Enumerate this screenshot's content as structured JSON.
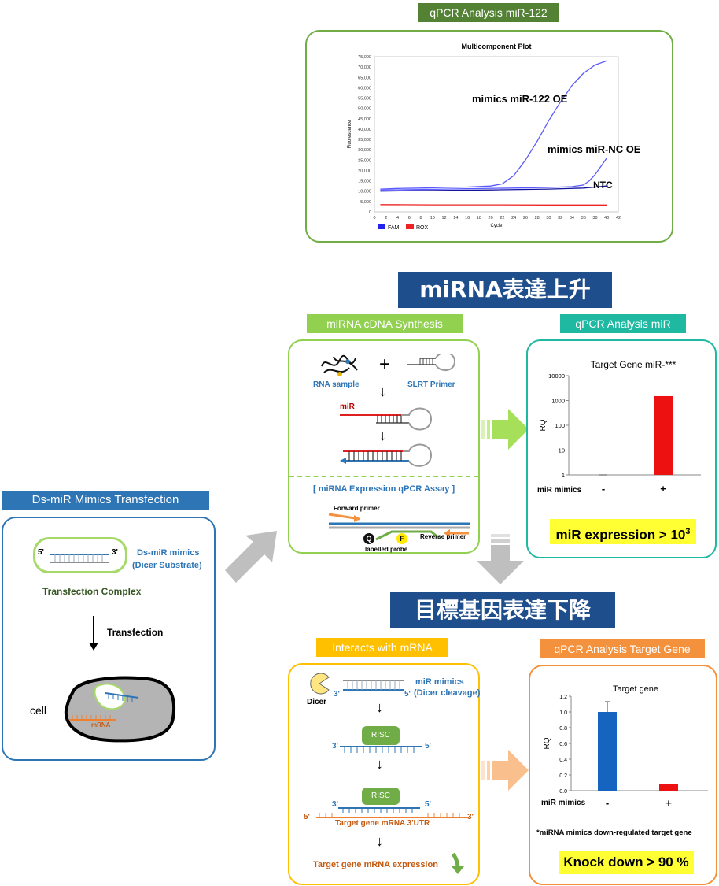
{
  "qpcr122": {
    "tab": "qPCR Analysis miR-122",
    "chart_data": {
      "type": "line",
      "title": "Multicomponent Plot",
      "xlabel": "Cycle",
      "ylabel": "Fluorescence",
      "xlim": [
        0,
        42
      ],
      "ylim": [
        0,
        75000
      ],
      "xticks": [
        "0",
        "2",
        "4",
        "6",
        "8",
        "10",
        "12",
        "14",
        "16",
        "18",
        "20",
        "22",
        "24",
        "26",
        "28",
        "30",
        "32",
        "34",
        "36",
        "38",
        "40",
        "42"
      ],
      "yticks": [
        "0",
        "5,000",
        "10,000",
        "15,000",
        "20,000",
        "25,000",
        "30,000",
        "35,000",
        "40,000",
        "45,000",
        "50,000",
        "55,000",
        "60,000",
        "65,000",
        "70,000",
        "75,000"
      ],
      "legend": [
        {
          "name": "FAM",
          "color": "#2222ee"
        },
        {
          "name": "ROX",
          "color": "#ee2222"
        }
      ],
      "series": [
        {
          "name": "mimics miR-122 OE",
          "color": "#5a5aff",
          "x": [
            1,
            4,
            8,
            12,
            16,
            20,
            22,
            24,
            26,
            28,
            30,
            32,
            34,
            36,
            38,
            40
          ],
          "y": [
            11000,
            11300,
            11500,
            11800,
            12000,
            12500,
            13500,
            17500,
            25000,
            34000,
            44000,
            53000,
            61000,
            67000,
            71000,
            73000
          ]
        },
        {
          "name": "mimics miR-NC OE",
          "color": "#5a5aff",
          "x": [
            1,
            8,
            16,
            24,
            30,
            34,
            36,
            37,
            38,
            39,
            40
          ],
          "y": [
            10500,
            10800,
            11200,
            11500,
            11800,
            12200,
            13000,
            15000,
            18000,
            22000,
            26000
          ]
        },
        {
          "name": "NTC",
          "color": "#1414a0",
          "x": [
            1,
            10,
            20,
            30,
            36,
            40
          ],
          "y": [
            10000,
            10300,
            10600,
            11000,
            11500,
            12500
          ]
        },
        {
          "name": "ROX",
          "color": "#ee2222",
          "x": [
            1,
            10,
            20,
            30,
            40
          ],
          "y": [
            3500,
            3400,
            3400,
            3300,
            3300
          ]
        }
      ]
    },
    "labels": {
      "oe122": "mimics miR-122 OE",
      "oenc": "mimics miR-NC OE",
      "ntc": "NTC"
    }
  },
  "banner_up": "miRNA表達上升",
  "banner_down": "目標基因表達下降",
  "cdna": {
    "tab": "miRNA cDNA Synthesis",
    "rna_sample": "RNA sample",
    "plus": "+",
    "slrt": "SLRT Primer",
    "mir": "miR",
    "assay": "[ miRNA Expression qPCR Assay ]",
    "forward": "Forward primer",
    "reverse": "Reverse primer",
    "q": "Q",
    "f": "F",
    "probe": "labelled probe"
  },
  "qpcrmir": {
    "tab": "qPCR Analysis miR",
    "chart_data": {
      "type": "bar",
      "title": "Target Gene miR-***",
      "ylabel": "RQ",
      "yscale": "log",
      "ylim": [
        1,
        10000
      ],
      "yticks": [
        "1",
        "10",
        "100",
        "1000",
        "10000"
      ],
      "categories": [
        "-",
        "+"
      ],
      "values": [
        1,
        1500
      ],
      "xlabel": "miR mimics"
    },
    "result_prefix": "miR expression > 10",
    "result_sup": "3"
  },
  "transfection": {
    "tab": "Ds-miR Mimics Transfection",
    "five": "5'",
    "three": "3'",
    "mimics": "Ds-miR mimics",
    "dicer_sub": "(Dicer Substrate)",
    "complex": "Transfection Complex",
    "arrow_label": "Transfection",
    "cell": "cell",
    "mrna": "mRNA"
  },
  "interacts": {
    "tab": "Interacts with mRNA",
    "dicer": "Dicer",
    "mimics": "miR mimics",
    "cleavage": "(Dicer cleavage)",
    "risc": "RISC",
    "target_utr": "Target gene mRNA 3'UTR",
    "expression": "Target gene mRNA expression",
    "three": "3'",
    "five": "5'"
  },
  "qpcrtarget": {
    "tab": "qPCR Analysis Target Gene",
    "chart_data": {
      "type": "bar",
      "title": "Target gene",
      "ylabel": "RQ",
      "ylim": [
        0,
        1.2
      ],
      "yticks": [
        "0.0",
        "0.2",
        "0.4",
        "0.6",
        "0.8",
        "1.0",
        "1.2"
      ],
      "categories": [
        "-",
        "+"
      ],
      "values": [
        1.0,
        0.08
      ],
      "errors": [
        0.13,
        0.0
      ],
      "xlabel": "miR mimics"
    },
    "note": "*miRNA mimics  down-regulated target gene",
    "result": "Knock down > 90 %"
  },
  "colors": {
    "green": "#70ad47",
    "lightgreen": "#92d050",
    "teal": "#1fb8a0",
    "blue": "#2e75b6",
    "orange": "#f4913c",
    "yellow": "#ffc000",
    "banner": "#1f4e8c",
    "red": "#ee1111",
    "barblue": "#1565c0"
  }
}
